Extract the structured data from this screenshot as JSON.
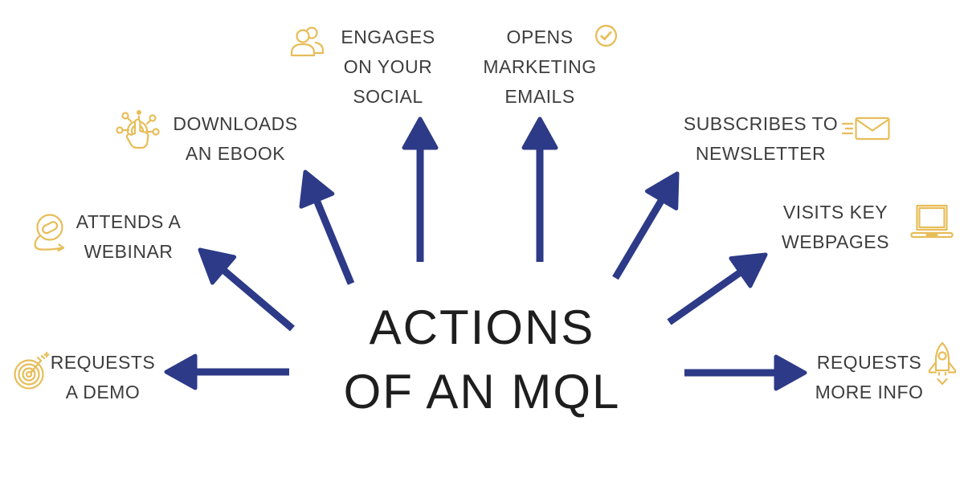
{
  "title": {
    "text": "ACTIONS\nOF AN MQL"
  },
  "colors": {
    "arrow": "#2d3a87",
    "gold": "#e7bd58",
    "label": "#3d3d3d",
    "title": "#1e1e1e"
  },
  "actions": [
    {
      "label": "ENGAGES\nON YOUR\nSOCIAL",
      "icon": "people-group-icon"
    },
    {
      "label": "OPENS\nMARKETING\nEMAILS",
      "icon": "check-circle-icon"
    },
    {
      "label": "DOWNLOADS\nAN EBOOK",
      "icon": "click-interaction-icon"
    },
    {
      "label": "SUBSCRIBES TO\nNEWSLETTER",
      "icon": "sending-email-icon"
    },
    {
      "label": "ATTENDS A\nWEBINAR",
      "icon": "webinar-replay-icon"
    },
    {
      "label": "VISITS KEY\nWEBPAGES",
      "icon": "laptop-icon"
    },
    {
      "label": "REQUESTS\nA DEMO",
      "icon": "target-dart-icon"
    },
    {
      "label": "REQUESTS\nMORE INFO",
      "icon": "rocket-icon"
    }
  ]
}
